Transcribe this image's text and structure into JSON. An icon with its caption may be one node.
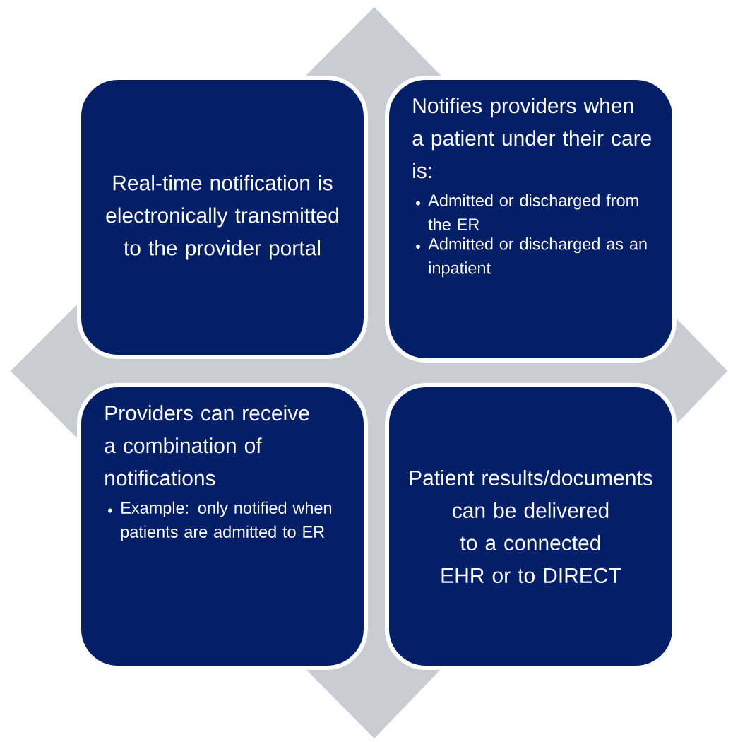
{
  "diagram": {
    "nodes": [
      {
        "text": [
          "Real-time notification is electronically transmitted to the provider portal"
        ]
      },
      {
        "text": [
          "Notifies providers when a patient under their care is:",
          "Admitted or discharged from the ER",
          "Admitted or discharged as an inpatient"
        ]
      },
      {
        "text": [
          "Providers can receive a combination of notifications",
          "Example: only notified when patients are admitted to ER"
        ]
      },
      {
        "text": [
          "Patient results/documents can be delivered to a connected EHR or to DIRECT"
        ]
      }
    ]
  }
}
